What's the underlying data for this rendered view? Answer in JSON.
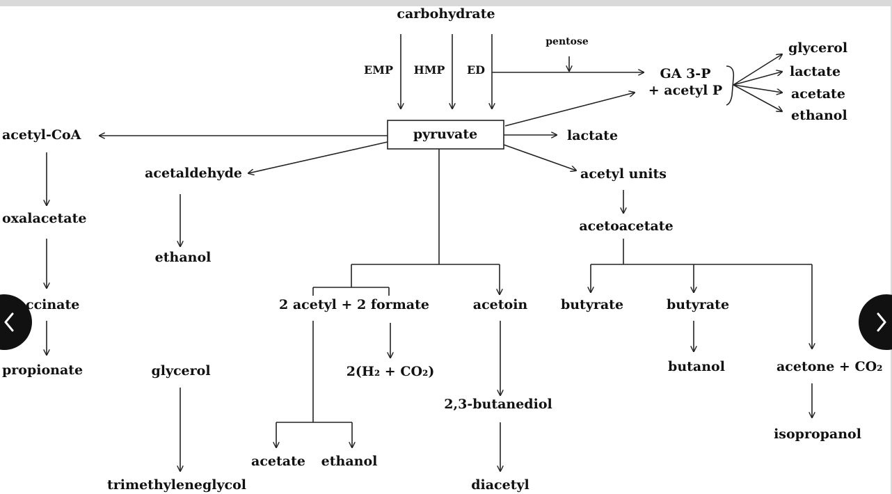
{
  "nodes": {
    "carbohydrate": "carbohydrate",
    "emp": "EMP",
    "hmp": "HMP",
    "ed": "ED",
    "pentose": "pentose",
    "ga3p": "GA 3-P",
    "acetyl_p": "+ acetyl P",
    "glycerol_top": "glycerol",
    "lactate_top": "lactate",
    "acetate_top": "acetate",
    "ethanol_top": "ethanol",
    "pyruvate": "pyruvate",
    "acetyl_coa": "acetyl-CoA",
    "lactate": "lactate",
    "acetaldehyde": "acetaldehyde",
    "acetyl_units": "acetyl units",
    "oxalacetate": "oxalacetate",
    "acetoacetate": "acetoacetate",
    "ethanol_mid": "ethanol",
    "succinate": "ccinate",
    "acetyl_formate": "2 acetyl + 2 formate",
    "acetoin": "acetoin",
    "butyrate_1": "butyrate",
    "butyrate_2": "butyrate",
    "propionate": "propionate",
    "glycerol_low": "glycerol",
    "h2_co2": "2(H₂ + CO₂)",
    "butanol": "butanol",
    "acetone_co2": "acetone + CO₂",
    "butanediol": "2,3-butanediol",
    "isopropanol": "isopropanol",
    "acetate_low": "acetate",
    "ethanol_low": "ethanol",
    "trimethyleneglycol": "trimethyleneglycol",
    "diacetyl": "diacetyl"
  },
  "icons": {
    "prev": "chevron-left-icon",
    "next": "chevron-right-icon"
  },
  "colors": {
    "line": "#222222",
    "nav_background": "#111111",
    "nav_glyph": "#ffffff",
    "frame": "#d9d9d9"
  }
}
